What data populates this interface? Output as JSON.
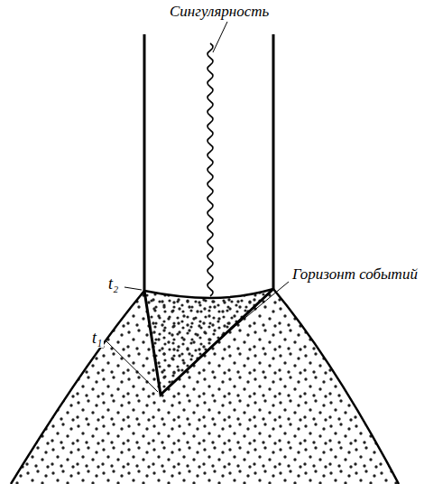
{
  "diagram": {
    "labels": [
      "Сингулярность",
      "Горизонт событий",
      "t₂",
      "t₁"
    ]
  }
}
